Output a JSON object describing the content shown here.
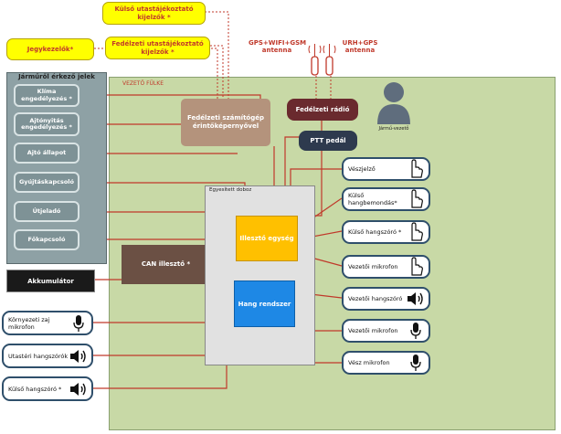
{
  "cabin": {
    "label": "VEZETŐ FÜLKE"
  },
  "top_displays": {
    "external_info": "Külső utastájékoztató kijelzők *",
    "onboard_info": "Fedélzeti utastájékoztató kijelzők *",
    "ticket": "Jegykezelők*"
  },
  "antennas": {
    "gps": "GPS+WIFI+GSM antenna",
    "urh": "URH+GPS antenna"
  },
  "vehicle_signals": {
    "title": "Járműről érkező jelek",
    "items": [
      "Klíma engedélyezés *",
      "Ajtónyitás engedélyezés *",
      "Ajtó állapot",
      "Gyújtáskapcsoló",
      "Útjeladó",
      "Főkapcsoló"
    ]
  },
  "battery": "Akkumulátor",
  "can": "CAN illesztő *",
  "computer": "Fedélzeti számítógép érintőképernyővel",
  "radio": "Fedélzeti rádió",
  "ptt": "PTT pedál",
  "driver": "Jármű-vezető",
  "box": {
    "label": "Egyesített doboz",
    "interface": "Illesztő egység",
    "sound": "Hang rendszer"
  },
  "right_items": [
    {
      "label": "Vészjelző",
      "icon": "hand-pointer-icon"
    },
    {
      "label": "Külső hangbemondás*",
      "icon": "hand-pointer-icon"
    },
    {
      "label": "Külső hangszóró *",
      "icon": "hand-pointer-icon"
    },
    {
      "label": "Vezetői mikrofon",
      "icon": "hand-pointer-icon"
    },
    {
      "label": "Vezetői hangszóró",
      "icon": "speaker-icon"
    },
    {
      "label": "Vezetői mikrofon",
      "icon": "microphone-icon"
    },
    {
      "label": "Vész mikrofon",
      "icon": "microphone-icon"
    }
  ],
  "left_items": [
    {
      "label": "Környezeti zaj mikrofon",
      "icon": "microphone-icon"
    },
    {
      "label": "Utastéri hangszórók",
      "icon": "speaker-icon"
    },
    {
      "label": "Külső hangszóró *",
      "icon": "speaker-icon"
    }
  ],
  "colors": {
    "cabin": "#c8d9a6",
    "signal_line": "#c0392b",
    "accent_yellow": "#ffc000",
    "accent_blue": "#1e88e5"
  }
}
